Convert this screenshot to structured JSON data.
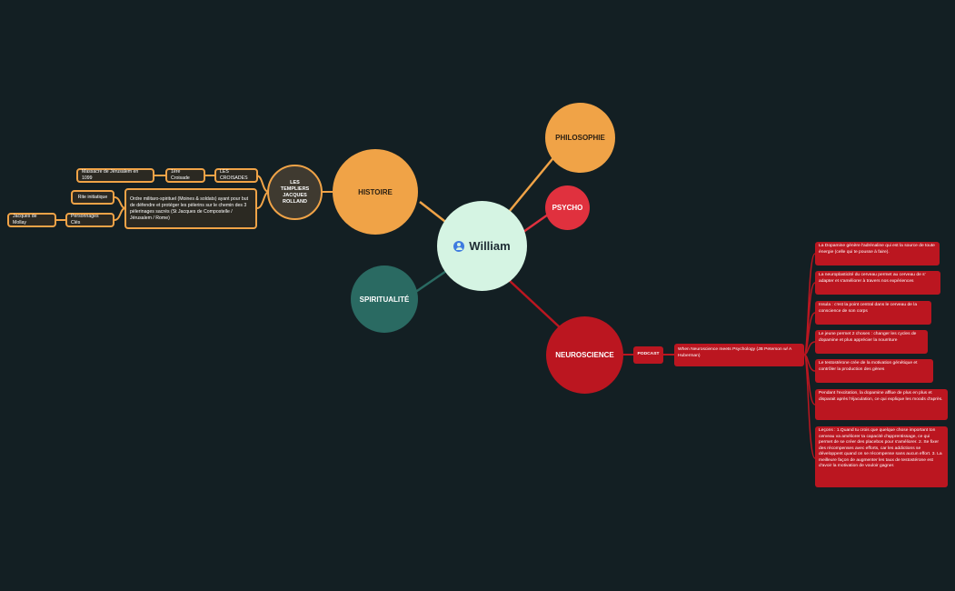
{
  "central": {
    "label": "William",
    "icon": "user-icon"
  },
  "branches": {
    "histoire": "HISTOIRE",
    "philosophie": "PHILOSOPHIE",
    "psycho": "PSYCHO",
    "spiritualite": "SPIRITUALITÉ",
    "neuroscience": "NEUROSCIENCE"
  },
  "histoire": {
    "templiers": "LES TEMPLIERS JACQUES ROLLAND",
    "croisades": "LES CROISADES",
    "premiere_croisade": "1ère Croisade",
    "massacre": "Massacre de Jérusalem en 1099",
    "ordre": "Ordre militaro-spirituel (Moines & soldats) ayant pour but de défendre et protéger les pèlerins sur le chemin des 3 pèlerinages sacrés (St Jacques de Compostelle / Jérusalem / Rome)",
    "rite": "Rite initiatique",
    "personnages": "Personnages Clés",
    "molay": "Jacques de Mollay"
  },
  "neuroscience": {
    "podcast": "PODCAST",
    "episode": "When Neuroscience meets Psychology (JB Peterson w/ A Huberman)",
    "notes": [
      "La Dopamine génère l'adrénaline qui est la source de toute énergie (celle qui te pousse à faire).",
      "La neuroplasticité du cerveau permet au cerveau de s' adapter et s'améliorer à travers nos expériences",
      "Insula : c'est la point central dans le cerveau de la conscience de son corps",
      "Le jeune permet 2 choses : changer les cycles de dopamine et plus apprécier la nourriture",
      "Le testostérone crée de la motivation génétique et contrôler la production des gènes",
      "Pendant l'excitation, la dopamine afflue de plus en plus et disparait après l'éjaculation, ce qui explique les moods d'après.",
      "Leçons : 1.Quand tu crois que quelque chose important ton cerveau va améliorer ta capacité d'apprentissage, ce qui permet de se créer des placebos pour s'améliorer. 2. Se fixer des récompenses avec efforts, car les addictions se développent quand on se récompense sans aucun effort. 3. La meilleure façon de augmenter les taux de testostérone est d'avoir la motivation de vouloir gagner."
    ]
  },
  "colors": {
    "background": "#131f23",
    "central": "#d5f4e3",
    "orange": "#f0a347",
    "red": "#e0313e",
    "dark_red": "#bb1620",
    "teal": "#2a6a62",
    "brown": "#3f3a30"
  }
}
